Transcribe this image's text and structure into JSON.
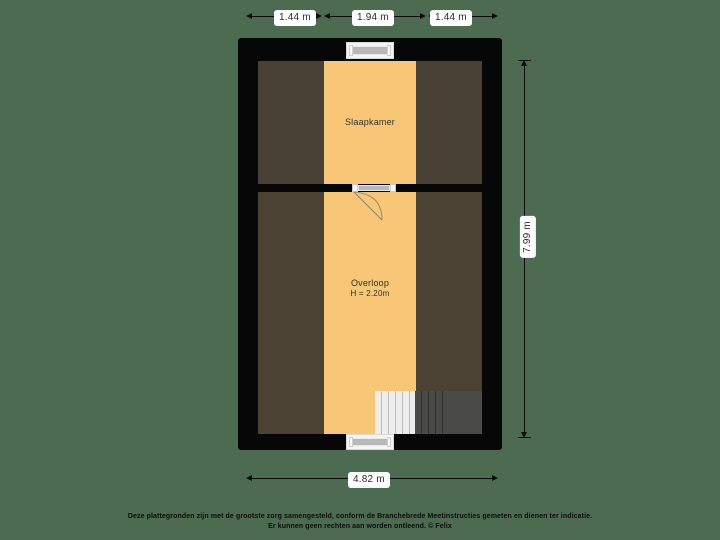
{
  "theme": {
    "background": "#4c6b50",
    "wall": "#070707",
    "floor_orange": "#f7c777",
    "floor_dark": "#4a4136",
    "floor_dark_alt": "#4c4234",
    "label_text": "#33312c",
    "dimension_text": "#2a2a2a",
    "dimension_chip_bg": "#ffffff",
    "footer_text": "#0c0c0c",
    "stair_light": "#ededed",
    "stair_dark": "#4a4a48"
  },
  "dimensions": {
    "top": [
      {
        "label": "1.44 m",
        "name": "dimension-top-left"
      },
      {
        "label": "1.94 m",
        "name": "dimension-top-center"
      },
      {
        "label": "1.44 m",
        "name": "dimension-top-right"
      }
    ],
    "right": {
      "label": "7.99 m",
      "name": "dimension-right-total"
    },
    "bottom": {
      "label": "4.82 m",
      "name": "dimension-bottom-total"
    }
  },
  "rooms": [
    {
      "id": "slaapkamer",
      "name": "Slaapkamer",
      "height_note": ""
    },
    {
      "id": "overloop",
      "name": "Overloop",
      "height_note": "H = 2.20m"
    }
  ],
  "symbols": {
    "window_top": "window-icon",
    "window_bottom": "window-icon",
    "door_interior": "door-icon",
    "staircase": "staircase-icon"
  },
  "footer": {
    "line1": "Deze plattegronden zijn met de grootste zorg samengesteld, conform de Branchebrede Meetinstructies gemeten en dienen ter indicatie.",
    "line2": "Er kunnen geen rechten aan worden ontleend. © Felix"
  }
}
